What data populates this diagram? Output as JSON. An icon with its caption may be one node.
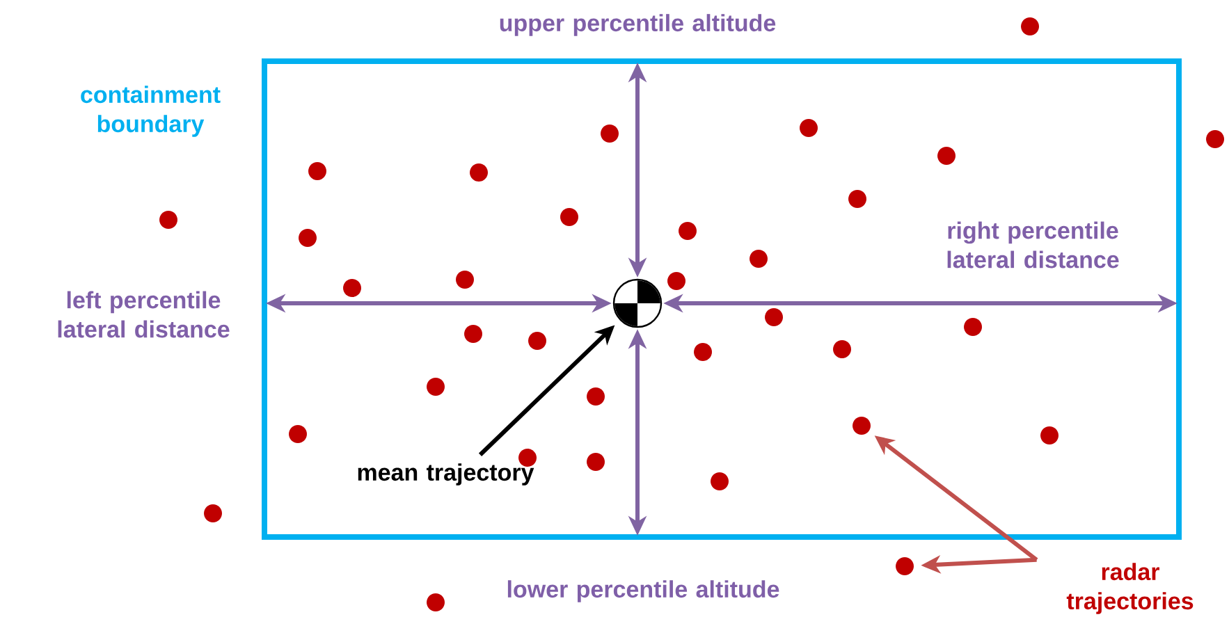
{
  "diagram": {
    "nodes": [
      {
        "text": [
          "containment boundary"
        ]
      },
      {
        "text": [],
        "shape": "circle",
        "in": 0
      },
      {
        "text": [
          "mean trajectory"
        ],
        "in": 0
      },
      {
        "text": [
          "radar trajectories"
        ]
      },
      {
        "text": [],
        "shape": "circle",
        "in": 0
      },
      {
        "text": [],
        "shape": "circle"
      }
    ],
    "edges": [
      {
        "from": 1,
        "to": 0,
        "arrow": "both",
        "color": "#8064a2"
      },
      {
        "from": 1,
        "to": 0,
        "arrow": "both",
        "color": "#8064a2"
      },
      {
        "from": 1,
        "to": 0,
        "arrow": "both",
        "color": "#8064a2"
      },
      {
        "from": 1,
        "to": 0,
        "arrow": "both",
        "color": "#8064a2"
      },
      {
        "from": 2,
        "to": 1,
        "arrow": "to",
        "color": "#000000"
      },
      {
        "from": 3,
        "to": 4,
        "arrow": "to",
        "color": "#c0504d"
      },
      {
        "from": 3,
        "to": 5,
        "arrow": "to",
        "color": "#c0504d"
      }
    ],
    "labels": [
      "upper percentile altitude",
      "left percentile lateral distance",
      "right percentile lateral distance",
      "lower percentile altitude"
    ]
  }
}
